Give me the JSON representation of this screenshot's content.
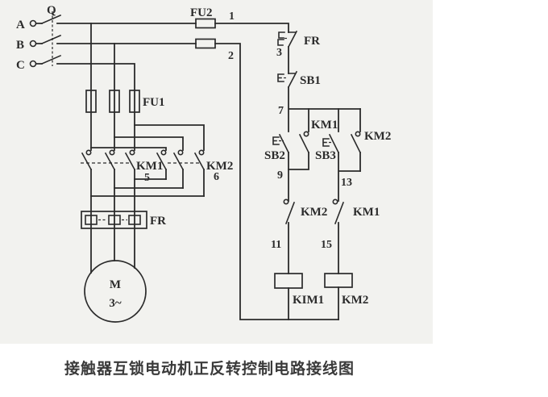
{
  "caption": "接触器互锁电动机正反转控制电路接线图",
  "colors": {
    "line": "#2b2b2b",
    "paper": "#f2f2ef",
    "page": "#ffffff",
    "caption_text": "#3a3a3a"
  },
  "power_circuit": {
    "phase_a": "A",
    "phase_b": "B",
    "phase_c": "C",
    "switch": "Q",
    "fuse_control": "FU2",
    "wire_1": "1",
    "wire_2": "2",
    "fuse_main": "FU1",
    "km1_contacts": "KM1",
    "km1_num": "5",
    "km2_contacts": "KM2",
    "km2_num": "6",
    "thermal_relay": "FR",
    "motor": "M",
    "motor_type": "3~"
  },
  "control_circuit": {
    "fr_contact": "FR",
    "node_3": "3",
    "stop_button": "SB1",
    "node_7": "7",
    "km1_aux": "KM1",
    "km2_aux": "KM2",
    "fwd_button": "SB2",
    "rev_button": "SB3",
    "node_9": "9",
    "node_13": "13",
    "km2_interlock": "KM2",
    "km1_interlock": "KM1",
    "node_11": "11",
    "node_15": "15",
    "coil_1": "KIM1",
    "coil_2": "KM2"
  }
}
